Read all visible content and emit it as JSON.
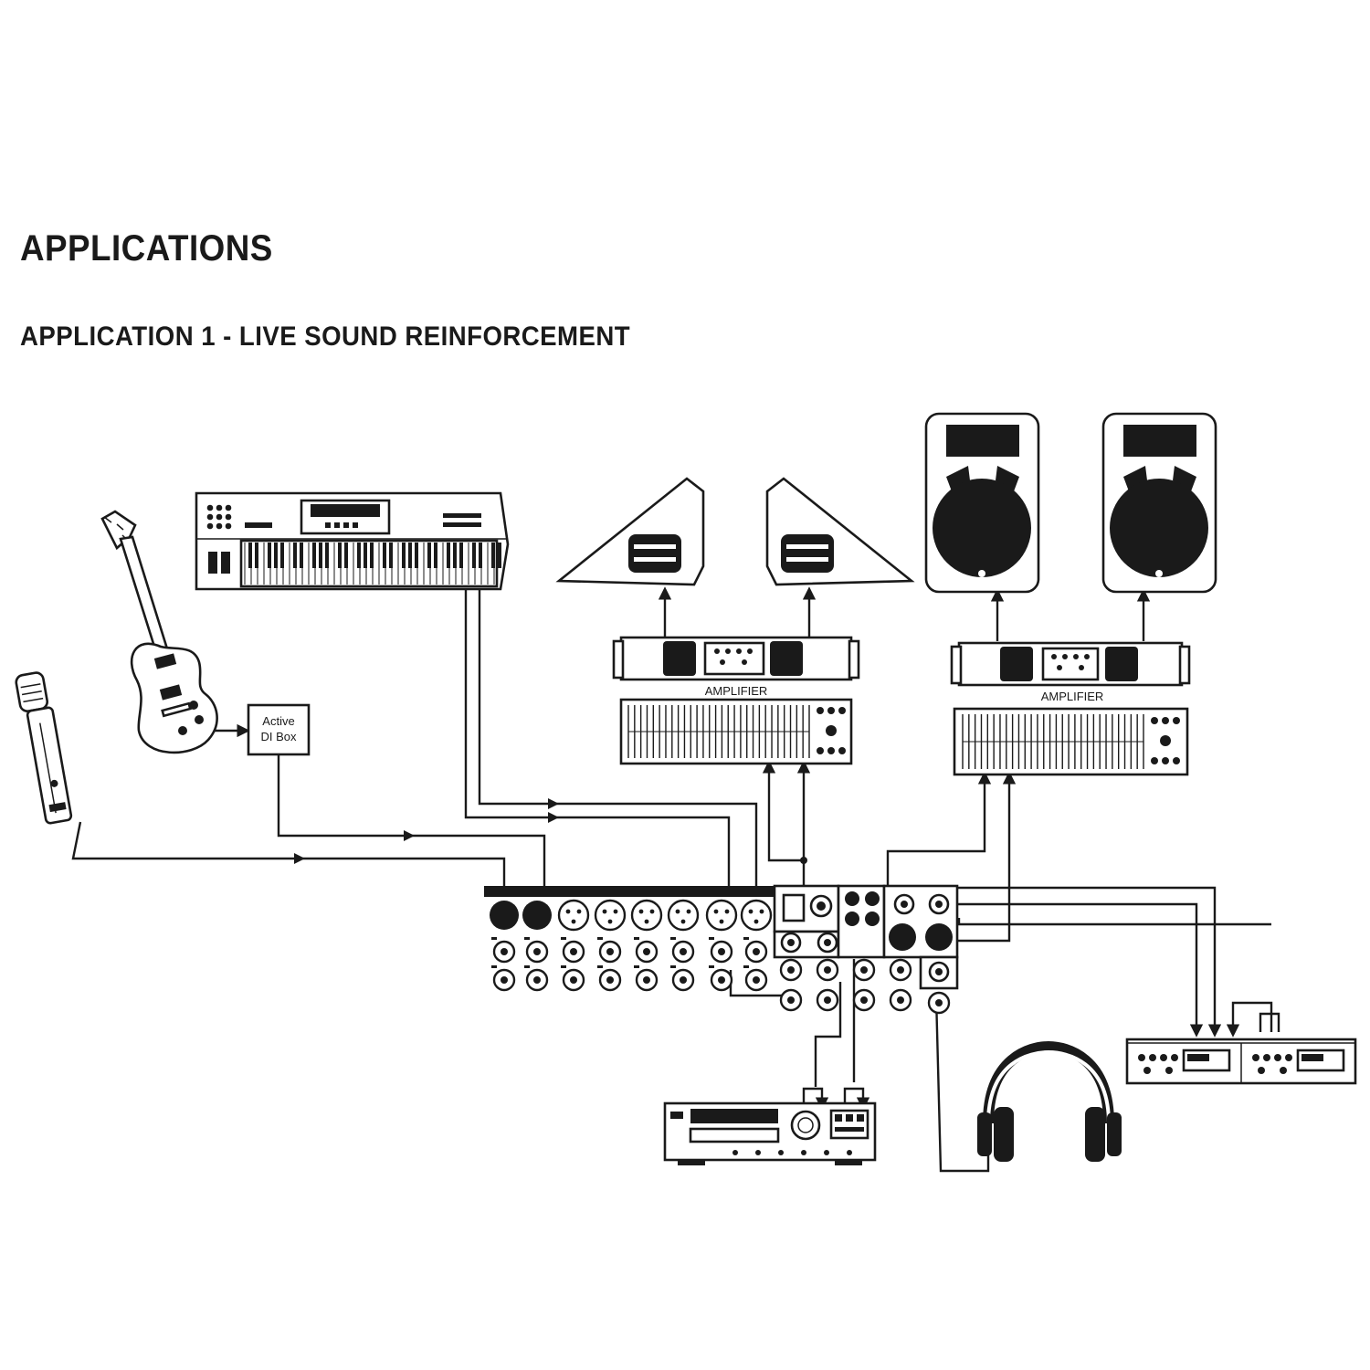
{
  "page": {
    "title": "APPLICATIONS",
    "subtitle": "APPLICATION 1 - LIVE SOUND REINFORCEMENT"
  },
  "diagram": {
    "labels": {
      "di_box_line1": "Active",
      "di_box_line2": "DI Box",
      "amplifier_left": "AMPLIFIER",
      "amplifier_right": "AMPLIFIER"
    },
    "icons": [
      "microphone-icon",
      "electric-guitar-icon",
      "keyboard-synth-icon",
      "stage-monitor-wedge-icon",
      "pa-speaker-icon",
      "power-amplifier-icon",
      "graphic-equalizer-icon",
      "mixer-icon",
      "cd-player-icon",
      "headphones-icon",
      "effects-processor-icon"
    ],
    "colors": {
      "ink": "#1a1a1a",
      "background": "#ffffff"
    }
  }
}
